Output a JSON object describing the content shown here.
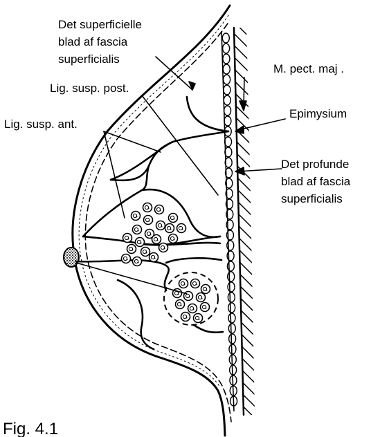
{
  "labels": {
    "superficial_layer": [
      "Det superficielle",
      "blad af fascia",
      "superficialis"
    ],
    "lig_post": "Lig. susp. post.",
    "lig_ant": "Lig. susp. ant.",
    "pect_major": "M. pect. maj .",
    "epimysium": "Epimysium",
    "deep_layer": [
      "Det profunde",
      "blad af fascia",
      "superficialis"
    ]
  },
  "caption": "Fig. 4.1"
}
